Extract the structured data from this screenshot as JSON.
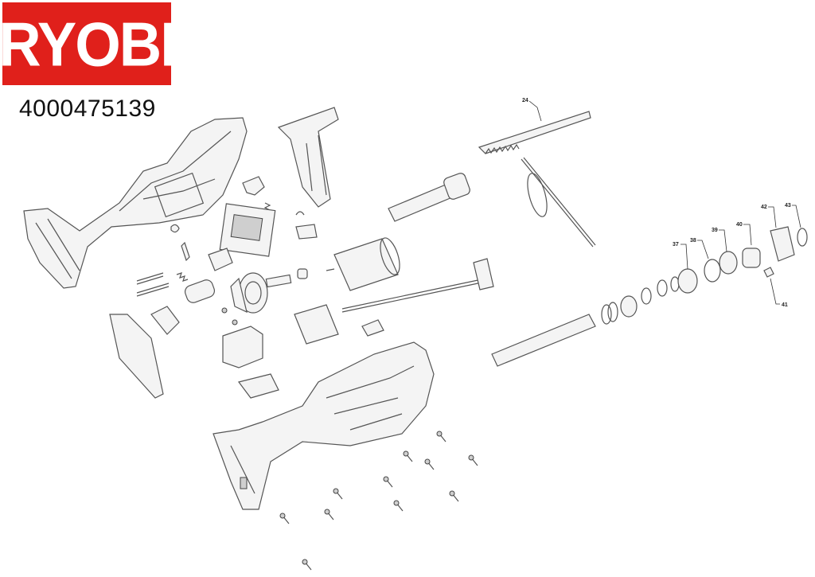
{
  "brand": {
    "logo_text": "RYOBI",
    "color": "#e0201b"
  },
  "part_number": "4000475139",
  "callouts": [
    {
      "id": "24",
      "label": "24"
    },
    {
      "id": "37",
      "label": "37"
    },
    {
      "id": "38",
      "label": "38"
    },
    {
      "id": "39",
      "label": "39"
    },
    {
      "id": "40",
      "label": "40"
    },
    {
      "id": "41",
      "label": "41"
    },
    {
      "id": "42",
      "label": "42"
    },
    {
      "id": "43",
      "label": "43"
    }
  ]
}
